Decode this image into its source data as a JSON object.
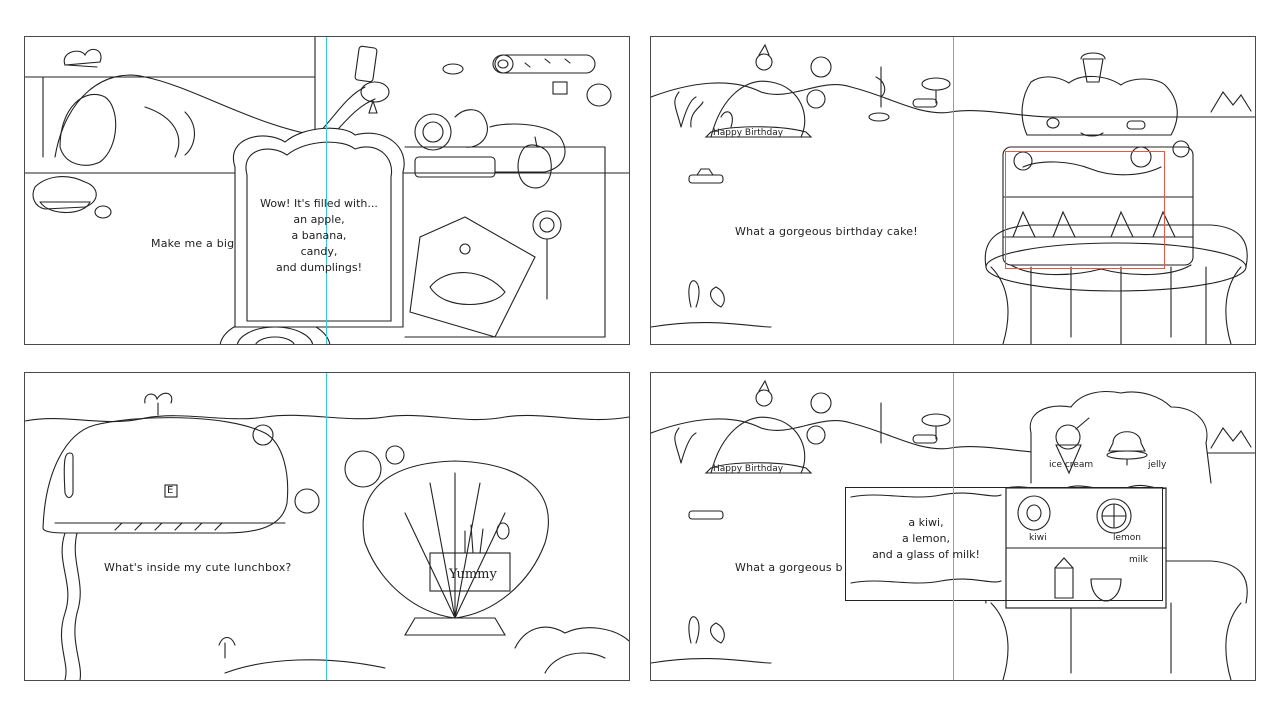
{
  "panels": {
    "p1": {
      "caption": "Make me a big",
      "bread_note": [
        "Wow! It's filled with...",
        "an apple,",
        "a banana,",
        "candy,",
        "and dumplings!"
      ]
    },
    "p2": {
      "caption": "What a gorgeous birthday cake!",
      "sign_text": "Happy Birthday"
    },
    "p3": {
      "caption": "What's inside my cute lunchbox?",
      "box_label": "Yummy",
      "whale_mark": "E"
    },
    "p4": {
      "caption": "What a gorgeous b",
      "note": [
        "a kiwi,",
        "a lemon,",
        "and a glass of milk!"
      ],
      "sign_text": "Happy Birthday",
      "labels": {
        "ice_cream": "ice cream",
        "jelly": "jelly",
        "kiwi": "kiwi",
        "lemon": "lemon",
        "milk": "milk"
      }
    }
  },
  "colors": {
    "ink": "#222222",
    "guide": "#39c6d8",
    "highlight": "#e05a4a"
  }
}
